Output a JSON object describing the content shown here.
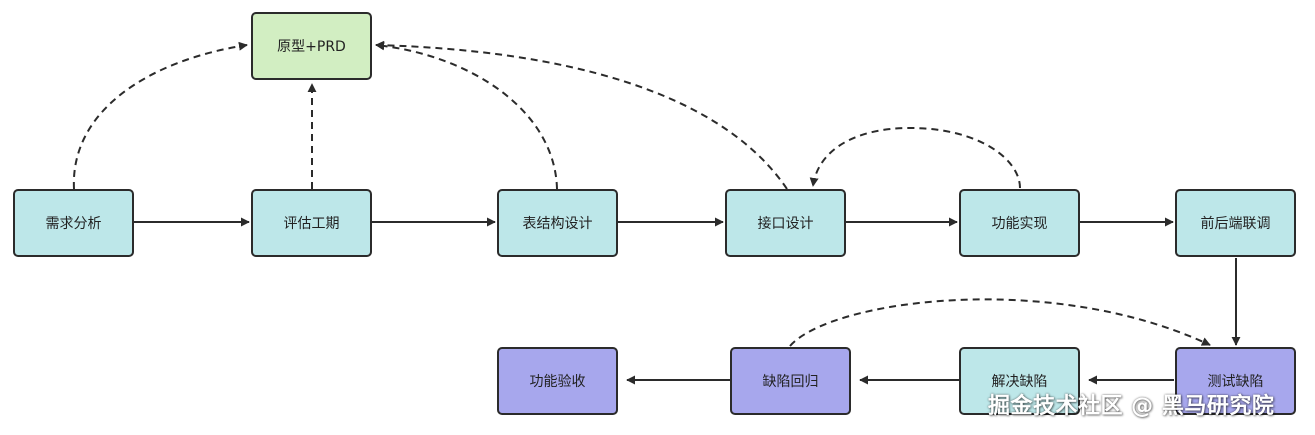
{
  "diagram": {
    "nodes": [
      {
        "id": "req",
        "label": "需求分析",
        "style": "cyan"
      },
      {
        "id": "proto",
        "label": "原型+PRD",
        "style": "green"
      },
      {
        "id": "est",
        "label": "评估工期",
        "style": "cyan"
      },
      {
        "id": "table",
        "label": "表结构设计",
        "style": "cyan"
      },
      {
        "id": "api",
        "label": "接口设计",
        "style": "cyan"
      },
      {
        "id": "impl",
        "label": "功能实现",
        "style": "cyan"
      },
      {
        "id": "integ",
        "label": "前后端联调",
        "style": "cyan"
      },
      {
        "id": "test",
        "label": "测试缺陷",
        "style": "purple"
      },
      {
        "id": "fix",
        "label": "解决缺陷",
        "style": "cyan"
      },
      {
        "id": "regress",
        "label": "缺陷回归",
        "style": "purple"
      },
      {
        "id": "accept",
        "label": "功能验收",
        "style": "purple"
      }
    ],
    "edges": [
      {
        "from": "req",
        "to": "est",
        "dashed": false
      },
      {
        "from": "est",
        "to": "table",
        "dashed": false
      },
      {
        "from": "table",
        "to": "api",
        "dashed": false
      },
      {
        "from": "api",
        "to": "impl",
        "dashed": false
      },
      {
        "from": "impl",
        "to": "integ",
        "dashed": false
      },
      {
        "from": "integ",
        "to": "test",
        "dashed": false
      },
      {
        "from": "test",
        "to": "fix",
        "dashed": false
      },
      {
        "from": "fix",
        "to": "regress",
        "dashed": false
      },
      {
        "from": "regress",
        "to": "accept",
        "dashed": false
      },
      {
        "from": "req",
        "to": "proto",
        "dashed": true
      },
      {
        "from": "est",
        "to": "proto",
        "dashed": true
      },
      {
        "from": "table",
        "to": "proto",
        "dashed": false
      },
      {
        "from": "api",
        "to": "proto",
        "dashed": true
      },
      {
        "from": "impl",
        "to": "api",
        "dashed": true
      },
      {
        "from": "regress",
        "to": "test",
        "dashed": true
      }
    ],
    "colors": {
      "cyan": "#bde7e9",
      "green": "#d2eec2",
      "purple": "#a7a7ed",
      "stroke": "#2b2b2b"
    }
  },
  "watermark": "掘金技术社区 @ 黑马研究院"
}
